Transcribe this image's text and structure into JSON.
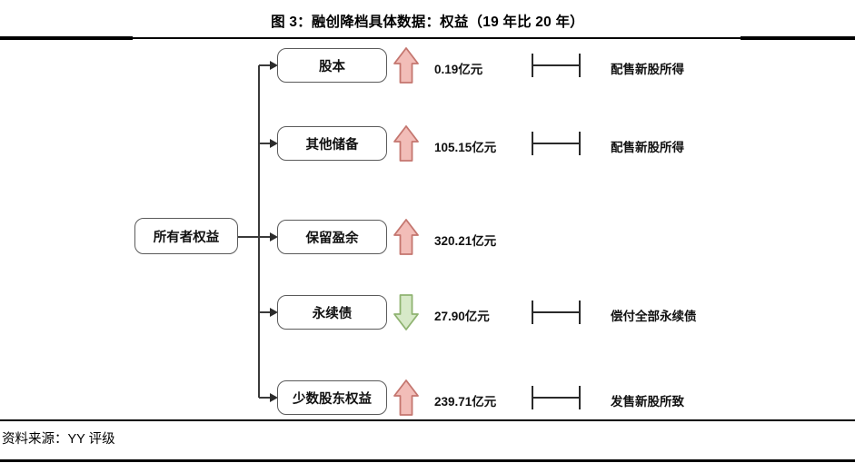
{
  "figure": {
    "title": "图 3：融创降档具体数据：权益（19 年比 20 年）",
    "source": "资料来源：YY 评级"
  },
  "colors": {
    "increase_fill": "#f2bdb8",
    "increase_stroke": "#c4766f",
    "decrease_fill": "#d7e9c8",
    "decrease_stroke": "#8fb371",
    "line": "#3a3a3a",
    "box_border": "#5a5a5a",
    "text": "#111111",
    "rule": "#000000"
  },
  "diagram": {
    "type": "tree",
    "root": {
      "label": "所有者权益"
    },
    "children": [
      {
        "label": "股本",
        "direction": "up",
        "direction_icon": "arrow-up-icon",
        "value": "0.19亿元",
        "has_bracket": true,
        "note": "配售新股所得"
      },
      {
        "label": "其他储备",
        "direction": "up",
        "direction_icon": "arrow-up-icon",
        "value": "105.15亿元",
        "has_bracket": true,
        "note": "配售新股所得"
      },
      {
        "label": "保留盈余",
        "direction": "up",
        "direction_icon": "arrow-up-icon",
        "value": "320.21亿元",
        "has_bracket": false,
        "note": ""
      },
      {
        "label": "永续债",
        "direction": "down",
        "direction_icon": "arrow-down-icon",
        "value": "27.90亿元",
        "has_bracket": true,
        "note": "偿付全部永续债"
      },
      {
        "label": "少数股东权益",
        "direction": "up",
        "direction_icon": "arrow-up-icon",
        "value": "239.71亿元",
        "has_bracket": true,
        "note": "发售新股所致"
      }
    ]
  }
}
